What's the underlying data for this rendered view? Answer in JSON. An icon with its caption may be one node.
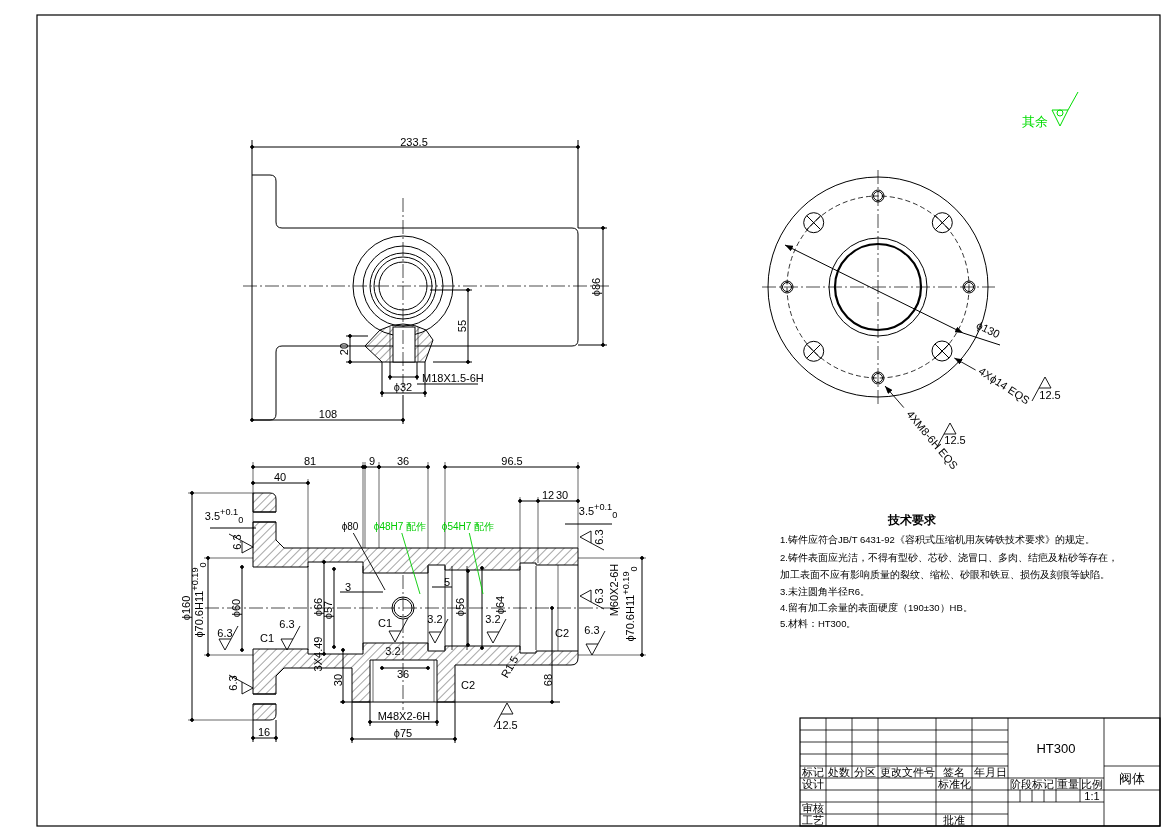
{
  "diagram": {
    "nodes": [
      {
        "text": [
          "ϕ80"
        ]
      },
      {
        "text": [
          "ϕ48H7 配作"
        ]
      },
      {
        "text": [
          "ϕ54H7 配作"
        ]
      },
      {
        "text": [
          "4Xϕ14 EQS"
        ]
      },
      {
        "text": [
          "4XM8-6H EQS"
        ]
      },
      {
        "text": [],
        "shape": "circle"
      },
      {
        "text": [],
        "shape": "circle"
      }
    ],
    "edges": [
      {
        "from": 0,
        "to": null,
        "arrow": "none"
      },
      {
        "from": 1,
        "to": null,
        "arrow": "none",
        "color": "#00cc00"
      },
      {
        "from": 2,
        "to": null,
        "arrow": "none",
        "color": "#00cc00"
      },
      {
        "from": 3,
        "to": 5,
        "arrow": "to"
      },
      {
        "from": 4,
        "to": 6,
        "arrow": "to"
      }
    ],
    "labels": [
      "其余",
      "233.5",
      "ϕ86",
      "55",
      "20",
      "M18X1.5-6H",
      "ϕ32",
      "ϕ130",
      "12.5",
      "108",
      "12.5",
      "81",
      "9",
      "36",
      "96.5",
      "40",
      "12",
      "30",
      "3.5$^{+0.1}$$_{0}$",
      "3.5$^{+0.1}$$_{0}$",
      "技术要求",
      "1.铸件应符合JB/T 6431-92《容积式压缩机用灰铸铁技术要求》的规定。",
      "2.铸件表面应光洁，不得有型砂、芯砂、浇冒口、多肉、结疤及粘砂等存在，加工表面不应有影响质量的裂纹、缩松、砂眼和铁豆、损伤及刻痕等缺陷。",
      "3.未注圆角半径R6。",
      "4.留有加工余量的表面硬度（190±30）HB。",
      "5.材料：HT300。",
      "6.3",
      "6.3",
      "6.3",
      "ϕ160",
      "ϕ70.6H11$^{+0.19}$$_{0}$",
      "ϕ60",
      "ϕ66",
      "3X4.49",
      "ϕ57",
      "3",
      "C1",
      "6.3",
      "6.3",
      "C1",
      "3.2",
      "3.2",
      "5",
      "ϕ56",
      "ϕ64",
      "3.2",
      "C2",
      "6.3",
      "M60X2-6H",
      "ϕ70.6H11$^{+0.19}$$_{0}$",
      "R1.5",
      "36",
      "30",
      "6.3",
      "68",
      "C2",
      "M48X2-6H",
      "12.5",
      "16",
      "ϕ75",
      "HT300",
      "标记",
      "处数",
      "分区",
      "更改文件号",
      "签名",
      "年月日",
      "设计",
      "标准化",
      "阶段标记",
      "重量",
      "比例",
      "阀体",
      "1:1",
      "审核",
      "工艺",
      "批准"
    ]
  }
}
